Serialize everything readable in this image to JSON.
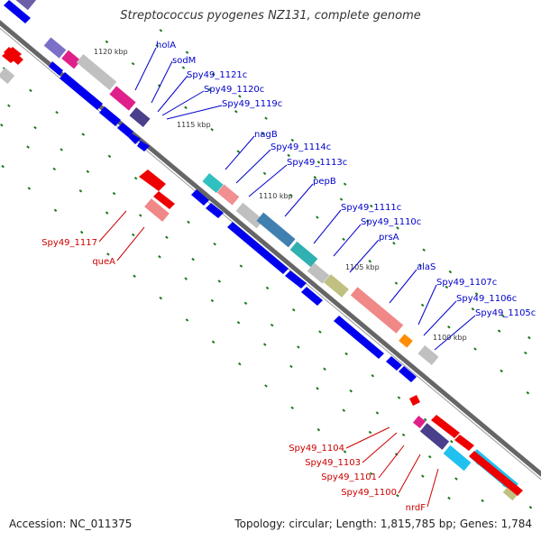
{
  "title": "Streptococcus pyogenes NZ131, complete genome",
  "accession": "Accession: NC_011375",
  "topology": "Topology: circular; Length: 1,815,785 bp; Genes: 1,784",
  "colors": {
    "backbone": "#777777",
    "forward_label": "#0000cc",
    "reverse_label": "#cc0000",
    "dots": "#1a7a1a"
  },
  "scale_labels": [
    "1120 kbp",
    "1115 kbp",
    "1110 kbp",
    "1105 kbp",
    "1100 kbp"
  ],
  "forward_genes": [
    "holA",
    "sodM",
    "Spy49_1121c",
    "Spy49_1120c",
    "Spy49_1119c",
    "nagB",
    "Spy49_1114c",
    "Spy49_1113c",
    "pepB",
    "Spy49_1111c",
    "Spy49_1110c",
    "prsA",
    "alaS",
    "Spy49_1107c",
    "Spy49_1106c",
    "Spy49_1105c"
  ],
  "reverse_genes": [
    "Spy49_1117",
    "queA",
    "Spy49_1104",
    "Spy49_1103",
    "Spy49_1101",
    "Spy49_1100",
    "nrdF"
  ]
}
